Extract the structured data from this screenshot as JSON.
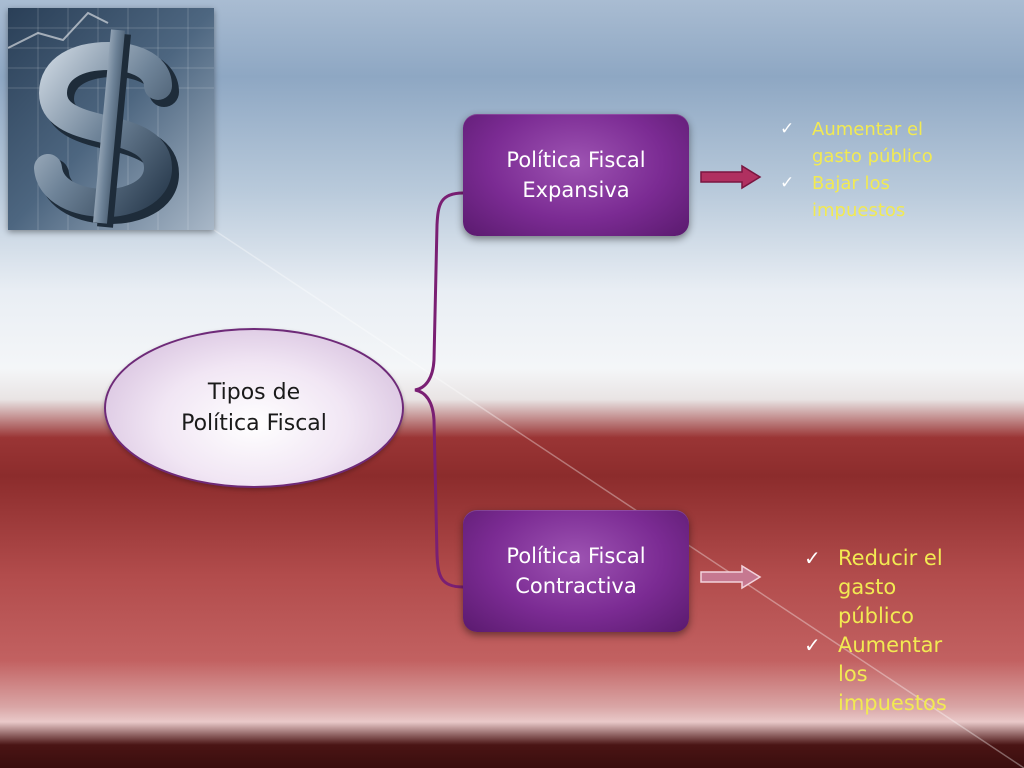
{
  "diagram": {
    "root": {
      "label": "Tipos de\nPolítica Fiscal"
    },
    "branches": [
      {
        "label": "Política Fiscal\nExpansiva",
        "items": [
          "Aumentar el gasto público",
          "Bajar los impuestos"
        ]
      },
      {
        "label": "Política Fiscal\nContractiva",
        "items": [
          "Reducir el gasto público",
          "Aumentar los impuestos"
        ]
      }
    ]
  },
  "colors": {
    "box": "#7b2b93",
    "ellipse_border": "#6e2a78",
    "bracket": "#7a1f73",
    "arrow_top": "#b03060",
    "arrow_bottom": "#c67890",
    "list_text": "#f2ea52",
    "check": "#ffffff"
  },
  "icons": {
    "photo": "dollar-sign-3d-icon",
    "arrow": "right-arrow-icon",
    "bullet": "checkmark-icon"
  }
}
